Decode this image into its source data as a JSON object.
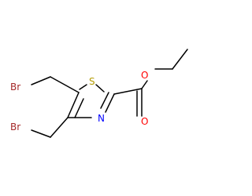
{
  "molecule": {
    "atoms": {
      "br_upper": {
        "label": "Br",
        "color": "#a52a2a"
      },
      "br_lower": {
        "label": "Br",
        "color": "#a52a2a"
      },
      "sulfur": {
        "label": "S",
        "color": "#b39b00"
      },
      "nitrogen": {
        "label": "N",
        "color": "#0000ff"
      },
      "carbonyl_oxygen": {
        "label": "O",
        "color": "#ff0000"
      },
      "ester_oxygen": {
        "label": "O",
        "color": "#ff0000"
      }
    },
    "bond_color": "#000000",
    "background": "#ffffff"
  }
}
